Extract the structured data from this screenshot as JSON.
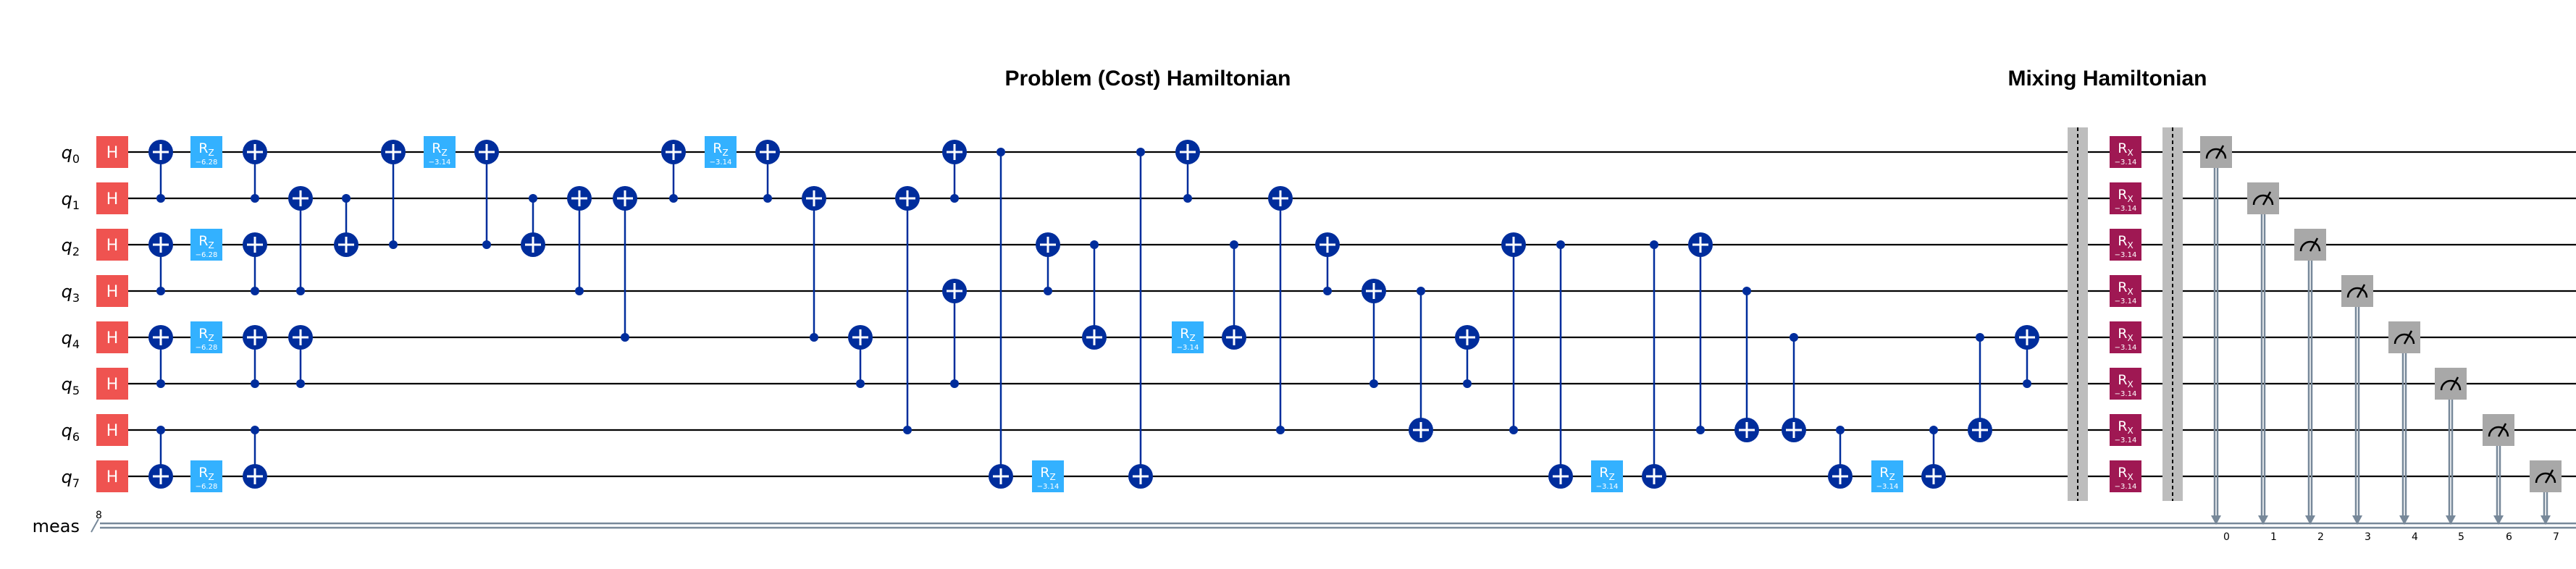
{
  "section_titles": {
    "cost": "Problem (Cost) Hamiltonian",
    "mixer": "Mixing Hamiltonian"
  },
  "qubits": [
    {
      "label": "q",
      "index": "0"
    },
    {
      "label": "q",
      "index": "1"
    },
    {
      "label": "q",
      "index": "2"
    },
    {
      "label": "q",
      "index": "3"
    },
    {
      "label": "q",
      "index": "4"
    },
    {
      "label": "q",
      "index": "5"
    },
    {
      "label": "q",
      "index": "6"
    },
    {
      "label": "q",
      "index": "7"
    }
  ],
  "classical_register": {
    "label": "meas",
    "size": "8"
  },
  "gate_text": {
    "h": "H",
    "rz": "R",
    "rz_sub": "Z",
    "rx": "R",
    "rx_sub": "X",
    "rz_params": [
      "−6.28",
      "−3.14"
    ],
    "rx_param": "−3.14"
  },
  "colors": {
    "h_gate": "#ef5350",
    "rz_gate": "#33b1ff",
    "rx_gate": "#9f1853",
    "cx": "#002d9c",
    "measure": "#a8a8a8",
    "barrier": "#bdbdbd",
    "classical_wire": "#778899"
  },
  "gates": [
    {
      "t": "h",
      "q": [
        0,
        1,
        2,
        3,
        4,
        5,
        6,
        7
      ],
      "col": 0
    },
    {
      "t": "cx",
      "c": 1,
      "x": 0,
      "col": 1
    },
    {
      "t": "cx",
      "c": 3,
      "x": 2,
      "col": 1
    },
    {
      "t": "cx",
      "c": 5,
      "x": 4,
      "col": 1
    },
    {
      "t": "cx",
      "c": 6,
      "x": 7,
      "col": 1
    },
    {
      "t": "rz",
      "q": 0,
      "p": 0,
      "col": 2
    },
    {
      "t": "rz",
      "q": 2,
      "p": 0,
      "col": 2
    },
    {
      "t": "rz",
      "q": 4,
      "p": 0,
      "col": 2
    },
    {
      "t": "rz",
      "q": 7,
      "p": 0,
      "col": 2
    },
    {
      "t": "cx",
      "c": 1,
      "x": 0,
      "col": 3
    },
    {
      "t": "cx",
      "c": 3,
      "x": 2,
      "col": 3
    },
    {
      "t": "cx",
      "c": 5,
      "x": 4,
      "col": 3
    },
    {
      "t": "cx",
      "c": 6,
      "x": 7,
      "col": 3
    },
    {
      "t": "cx",
      "c": 3,
      "x": 1,
      "col": 4
    },
    {
      "t": "cx",
      "c": 5,
      "x": 4,
      "col": 4
    },
    {
      "t": "cx",
      "c": 1,
      "x": 2,
      "col": 5
    },
    {
      "t": "cx",
      "c": 2,
      "x": 0,
      "col": 6
    },
    {
      "t": "rz",
      "q": 0,
      "p": 1,
      "col": 7
    },
    {
      "t": "cx",
      "c": 2,
      "x": 0,
      "col": 8
    },
    {
      "t": "cx",
      "c": 1,
      "x": 2,
      "col": 9
    },
    {
      "t": "cx",
      "c": 3,
      "x": 1,
      "col": 10
    },
    {
      "t": "cx",
      "c": 4,
      "x": 1,
      "col": 11
    },
    {
      "t": "cx",
      "c": 1,
      "x": 0,
      "col": 12
    },
    {
      "t": "rz",
      "q": 0,
      "p": 1,
      "col": 13
    },
    {
      "t": "cx",
      "c": 1,
      "x": 0,
      "col": 14
    },
    {
      "t": "cx",
      "c": 4,
      "x": 1,
      "col": 15
    },
    {
      "t": "cx",
      "c": 5,
      "x": 4,
      "col": 16
    },
    {
      "t": "cx",
      "c": 6,
      "x": 1,
      "col": 17
    },
    {
      "t": "cx",
      "c": 1,
      "x": 0,
      "col": 18
    },
    {
      "t": "cx",
      "c": 5,
      "x": 3,
      "col": 18
    },
    {
      "t": "cx",
      "c": 0,
      "x": 7,
      "col": 19
    },
    {
      "t": "cx",
      "c": 3,
      "x": 2,
      "col": 20
    },
    {
      "t": "rz",
      "q": 7,
      "p": 1,
      "col": 20
    },
    {
      "t": "cx",
      "c": 2,
      "x": 4,
      "col": 21
    },
    {
      "t": "cx",
      "c": 0,
      "x": 7,
      "col": 22
    },
    {
      "t": "cx",
      "c": 1,
      "x": 0,
      "col": 23
    },
    {
      "t": "rz",
      "q": 4,
      "p": 1,
      "col": 23
    },
    {
      "t": "cx",
      "c": 2,
      "x": 4,
      "col": 24
    },
    {
      "t": "cx",
      "c": 6,
      "x": 1,
      "col": 25
    },
    {
      "t": "cx",
      "c": 3,
      "x": 2,
      "col": 26
    },
    {
      "t": "cx",
      "c": 5,
      "x": 3,
      "col": 27
    },
    {
      "t": "cx",
      "c": 3,
      "x": 6,
      "col": 28
    },
    {
      "t": "cx",
      "c": 5,
      "x": 4,
      "col": 29
    },
    {
      "t": "cx",
      "c": 6,
      "x": 2,
      "col": 30
    },
    {
      "t": "cx",
      "c": 2,
      "x": 7,
      "col": 31
    },
    {
      "t": "rz",
      "q": 7,
      "p": 1,
      "col": 32
    },
    {
      "t": "cx",
      "c": 2,
      "x": 7,
      "col": 33
    },
    {
      "t": "cx",
      "c": 6,
      "x": 2,
      "col": 34
    },
    {
      "t": "cx",
      "c": 3,
      "x": 6,
      "col": 35
    },
    {
      "t": "cx",
      "c": 4,
      "x": 6,
      "col": 36
    },
    {
      "t": "cx",
      "c": 6,
      "x": 7,
      "col": 37
    },
    {
      "t": "rz",
      "q": 7,
      "p": 1,
      "col": 38
    },
    {
      "t": "cx",
      "c": 6,
      "x": 7,
      "col": 39
    },
    {
      "t": "cx",
      "c": 4,
      "x": 6,
      "col": 40
    },
    {
      "t": "cx",
      "c": 5,
      "x": 4,
      "col": 41
    },
    {
      "t": "barrier",
      "col": 42
    },
    {
      "t": "rx",
      "q": [
        0,
        1,
        2,
        3,
        4,
        5,
        6,
        7
      ],
      "col": 43
    },
    {
      "t": "barrier",
      "col": 44
    },
    {
      "t": "measure",
      "q": 0,
      "bit": "0",
      "col": 45
    },
    {
      "t": "measure",
      "q": 1,
      "bit": "1",
      "col": 46
    },
    {
      "t": "measure",
      "q": 2,
      "bit": "2",
      "col": 47
    },
    {
      "t": "measure",
      "q": 3,
      "bit": "3",
      "col": 48
    },
    {
      "t": "measure",
      "q": 4,
      "bit": "4",
      "col": 49
    },
    {
      "t": "measure",
      "q": 5,
      "bit": "5",
      "col": 50
    },
    {
      "t": "measure",
      "q": 6,
      "bit": "6",
      "col": 51
    },
    {
      "t": "measure",
      "q": 7,
      "bit": "7",
      "col": 52
    }
  ]
}
